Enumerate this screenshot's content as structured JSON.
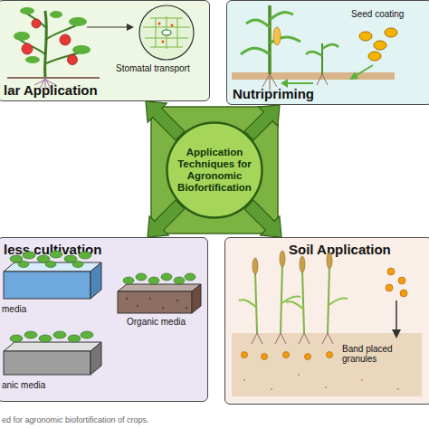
{
  "diagram": {
    "caption": "ed for agronomic biofortification of crops.",
    "nodes": [
      {
        "text": [
          "lar Application"
        ]
      },
      {
        "text": [
          "Nutripriming"
        ]
      },
      {
        "text": [
          "Application Techniques for Agronomic Biofortification"
        ]
      },
      {
        "text": [
          "less cultivation"
        ]
      },
      {
        "text": [
          "Soil Application"
        ]
      }
    ],
    "edges": [
      {
        "from": 2,
        "to": 0,
        "arrow": "to"
      },
      {
        "from": 2,
        "to": 1,
        "arrow": "to"
      },
      {
        "from": 2,
        "to": 3,
        "arrow": "to"
      },
      {
        "from": 2,
        "to": 4,
        "arrow": "to"
      }
    ],
    "labels": [
      "Stomatal transport",
      "Seed coating",
      "media",
      "Organic media",
      "anic media",
      "Band placed granules"
    ]
  }
}
